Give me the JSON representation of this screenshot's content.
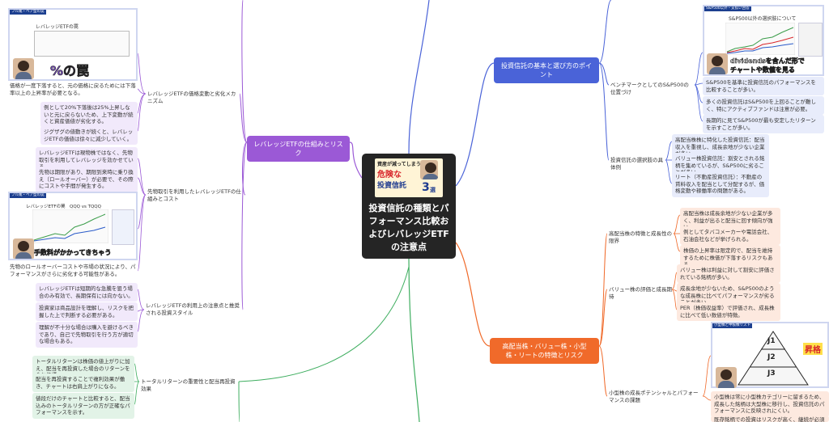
{
  "center": {
    "title": "投資信託の種類とパフォーマンス比較およびレバレッジETFの注意点",
    "thumb_line1": "資産が減ってしまう",
    "thumb_line2": "危険な",
    "thumb_line3": "投資信託",
    "thumb_num": "3",
    "thumb_sel": "選"
  },
  "branches": {
    "invest": "投資信託の基本と選び方のポイント",
    "leverage": "レバレッジETFの仕組みとリスク",
    "stocks": "高配当株・バリュー株・小型株・リートの特徴とリスク"
  },
  "left": {
    "thumb1_tag": "フル尾・ベア型の罠",
    "thumb1_title": "レバレッジETFの罠",
    "thumb1_caption": "%の罠",
    "sub_mech": "レバレッジETFの価格変動と劣化メカニズム",
    "leaf_price_recovery": "価格が一度下落すると、元の価格に戻るためには下落率以上の上昇率が必要となる。",
    "leaf_20pct": "例として20%下落後は25%上昇しないと元に戻らないため、上下変動が続くと資産価値が劣化する。",
    "leaf_zigzag": "ジグザグの値動きが続くと、レバレッジETFの価値は徐々に減少していく。",
    "sub_futures": "先物取引を利用したレバレッジETFの仕組みとコスト",
    "leaf_futures1": "レバレッジETFは現物株ではなく、先物取引を利用してレバレッジを効かせている。",
    "leaf_futures2": "先物は期限があり、期限到来時に乗り換え（ロールオーバー）が必要で、その際にコストや手間が発生する。",
    "thumb2_tag": "フル尾・ベア型の罠",
    "thumb2_title": "レバレッジETFの罠　QQQ vs TQQQ",
    "thumb2_caption": "手数料がかかってきちゃう",
    "leaf_rollover": "先物のロールオーバーコストや市場の状況により、パフォーマンスがさらに劣化する可能性がある。",
    "sub_usage": "レバレッジETFの利用上の注意点と推奨される投資スタイル",
    "leaf_usage1": "レバレッジETFは短期的な急騰を狙う場合のみ有効で、長期保有には向かない。",
    "leaf_usage2": "投資家は商品設計を理解し、リスクを把握した上で判断する必要がある。",
    "leaf_usage3": "理解が不十分な場合は購入を避けるべきであり、自己で先物取引を行う方が適切な場合もある。",
    "sub_total": "トータルリターンの重要性と配当再投資効果",
    "leaf_total1": "トータルリターンは株価の値上がりに加え、配当を再投資した場合のリターンを含む指標。",
    "leaf_total2": "配当を再投資することで複利効果が働き、チャートは右肩上がりになる。",
    "leaf_total3": "値段だけのチャートと比較すると、配当込みのトータルリターンの方が正確なパフォーマンスを示す。"
  },
  "right": {
    "thumb_top_tag": "S&P500以外・支払い回答",
    "thumb_top_title": "S&P500以外の選択肢について",
    "thumb_top_caption1": "dividendsを含んだ形で",
    "thumb_top_caption2": "チャートや数値を見る",
    "sub_benchmark": "ベンチマークとしてのS&P500の位置づけ",
    "leaf_bench1": "S&P500を基準に投資信託のパフォーマンスを比較することが多い。",
    "leaf_bench2": "多くの投資信託はS&P500を上回ることが難しく、特にアクティブファンドは注意が必要。",
    "leaf_bench3": "長期的に見てS&P500が最も安定したリターンを示すことが多い。",
    "sub_types": "投資信託の選択肢の具体例",
    "leaf_types1": "高配当株株に特化した投資信託：配当収入を重視し、成長余地が少ない企業が多い。",
    "leaf_types2": "バリュー株投資信託：割安とされる銘柄を集めているが、S&P500に劣ることが多い。",
    "leaf_types3": "リート（不動産投資信託）：不動産の賃料収入を配当として分配するが、価格変動や稼働率の問題がある。",
    "sub_highdiv": "高配当株の特徴と成長性の限界",
    "leaf_highdiv1": "高配当株は成長余地が少ない企業が多く、利益が出ると配当に回す傾向が強い。",
    "leaf_highdiv2": "例としてタバコメーカーや電話会社、石油会社などが挙げられる。",
    "leaf_highdiv3": "株価の上昇率は限定的で、配当を維持するために株価が下落するリスクもある。",
    "sub_value": "バリュー株の評価と成長期待",
    "leaf_value1": "バリュー株は利益に対して割安に評価されている銘柄が多い。",
    "leaf_value2": "成長余地が少ないため、S&P500のような成長株に比べてパフォーマンスが劣ることが多い。",
    "leaf_value3": "PER（株価収益率）で評価され、成長株に比べて低い数値が特徴。",
    "thumb_bottom_tag": "小型株と中核株リスト",
    "thumb_bottom_j1": "J1",
    "thumb_bottom_j2": "J2",
    "thumb_bottom_j3": "J3",
    "thumb_bottom_badge": "昇格",
    "sub_small": "小型株の成長ポテンシャルとパフォーマンスの課題",
    "leaf_small1": "小型株は常に小型株カテゴリーに留まるため、成長した銘柄は大型株に移行し、投資信託のパフォーマンスに反映されにくい。",
    "leaf_small2": "既存銘柄での投資はリスクが高く、継続が必須"
  },
  "colors": {
    "blue": "#4a63d8",
    "purple": "#9b59d6",
    "orange": "#f06a2a",
    "green": "#3fae60",
    "center": "#252525"
  }
}
